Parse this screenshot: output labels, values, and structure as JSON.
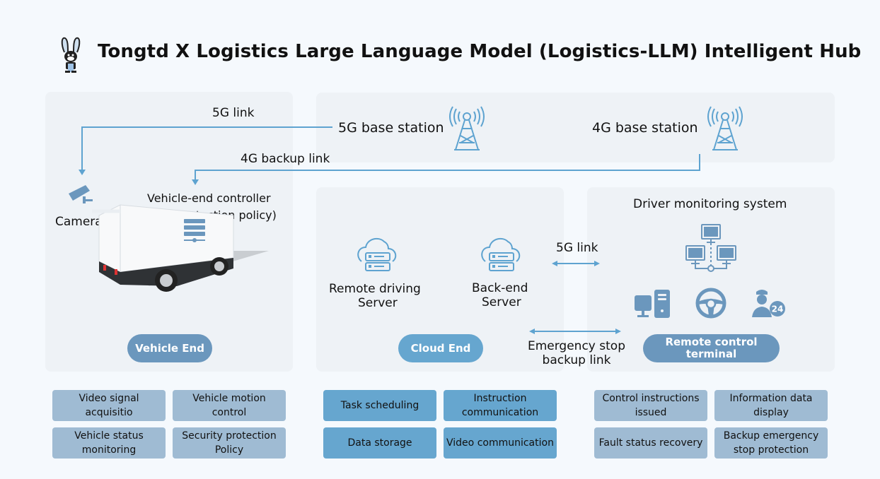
{
  "header": {
    "logo": "rabbit-mascot-icon",
    "title": "Tongtd X Logistics Large Language Model (Logistics-LLM) Intelligent Hub"
  },
  "colors": {
    "background": "#f5f9fd",
    "panel": "#eef2f6",
    "link_line": "#5ea3d0",
    "icon_blue": "#5ea3d0",
    "icon_slate": "#6b97bd",
    "pill_gray": "#6b97bd",
    "pill_blue": "#66a6cf",
    "box_gray": "#9fbbd3",
    "box_blue": "#66a6cf"
  },
  "links": {
    "five_g_top": "5G link",
    "four_g_backup": "4G backup link",
    "five_g_middle": "5G link",
    "emergency_stop": "Emergency stop backup link"
  },
  "base_stations": [
    {
      "label": "5G base station",
      "icon": "signal-tower-icon"
    },
    {
      "label": "4G base station",
      "icon": "signal-tower-icon"
    }
  ],
  "vehicle_end": {
    "camera_label": "Camera",
    "controller_label_line1": "Vehicle-end controller",
    "controller_label_line2": "(With protection policy)",
    "badge": "Vehicle End",
    "functions": [
      "Video signal acquisitio",
      "Vehicle motion control",
      "Vehicle status monitoring",
      "Security protection Policy"
    ]
  },
  "cloud_end": {
    "servers": [
      {
        "line1": "Remote driving",
        "line2": "Server",
        "icon": "cloud-server-icon"
      },
      {
        "line1": "Back-end",
        "line2": "Server",
        "icon": "cloud-server-icon"
      }
    ],
    "badge": "Cloud End",
    "functions": [
      "Task scheduling",
      "Instruction communication",
      "Data storage",
      "Video communication"
    ]
  },
  "driver_monitoring": {
    "title": "Driver monitoring system",
    "icons": [
      "network-computers-icon",
      "desktop-computer-icon",
      "steering-wheel-icon",
      "support-agent-24-icon"
    ],
    "agent_badge_text": "24",
    "badge": "Remote control terminal",
    "functions": [
      "Control instructions issued",
      "Information data display",
      "Fault status recovery",
      "Backup emergency stop protection"
    ]
  }
}
